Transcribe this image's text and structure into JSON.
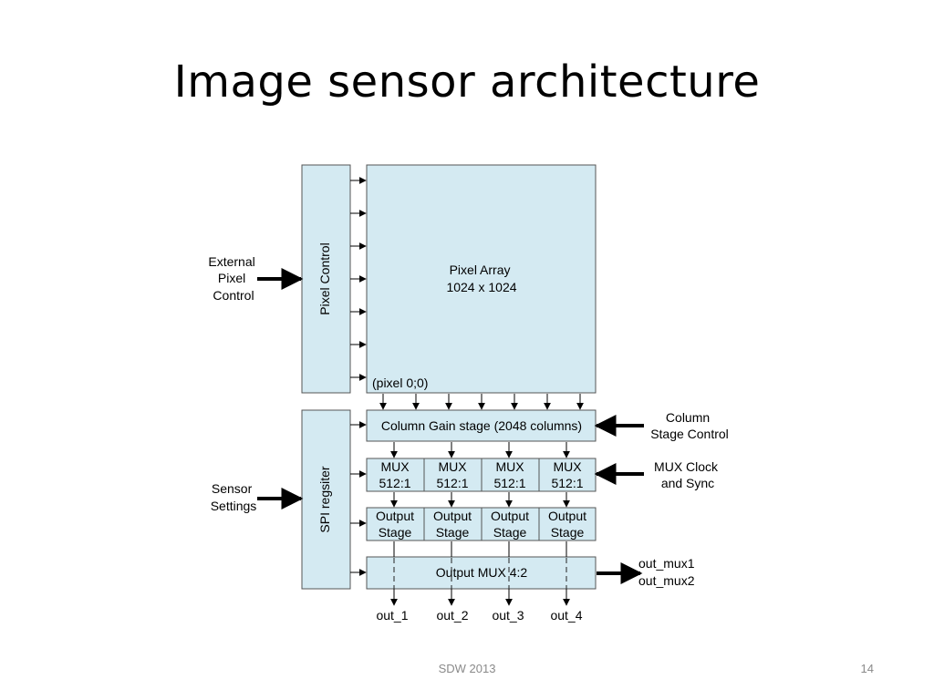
{
  "slide": {
    "title": "Image sensor architecture",
    "footer": "SDW 2013",
    "page_number": "14"
  },
  "diagram": {
    "pixel_control": "Pixel Control",
    "spi_register": "SPI regsiter",
    "pixel_array": [
      "Pixel Array",
      "1024 x 1024"
    ],
    "pixel_origin": "(pixel 0;0)",
    "column_gain": "Column Gain stage (2048 columns)",
    "mux_blocks": [
      [
        "MUX",
        "512:1"
      ],
      [
        "MUX",
        "512:1"
      ],
      [
        "MUX",
        "512:1"
      ],
      [
        "MUX",
        "512:1"
      ]
    ],
    "output_stages": [
      [
        "Output",
        "Stage"
      ],
      [
        "Output",
        "Stage"
      ],
      [
        "Output",
        "Stage"
      ],
      [
        "Output",
        "Stage"
      ]
    ],
    "output_mux": "Output MUX 4:2",
    "inputs": {
      "external_pixel_control": [
        "External",
        "Pixel",
        "Control"
      ],
      "sensor_settings": [
        "Sensor",
        "Settings"
      ],
      "column_stage_control": [
        "Column",
        "Stage Control"
      ],
      "mux_clock_sync": [
        "MUX Clock",
        "and Sync"
      ]
    },
    "mux_outputs": [
      "out_mux1",
      "out_mux2"
    ],
    "outputs": [
      "out_1",
      "out_2",
      "out_3",
      "out_4"
    ]
  }
}
